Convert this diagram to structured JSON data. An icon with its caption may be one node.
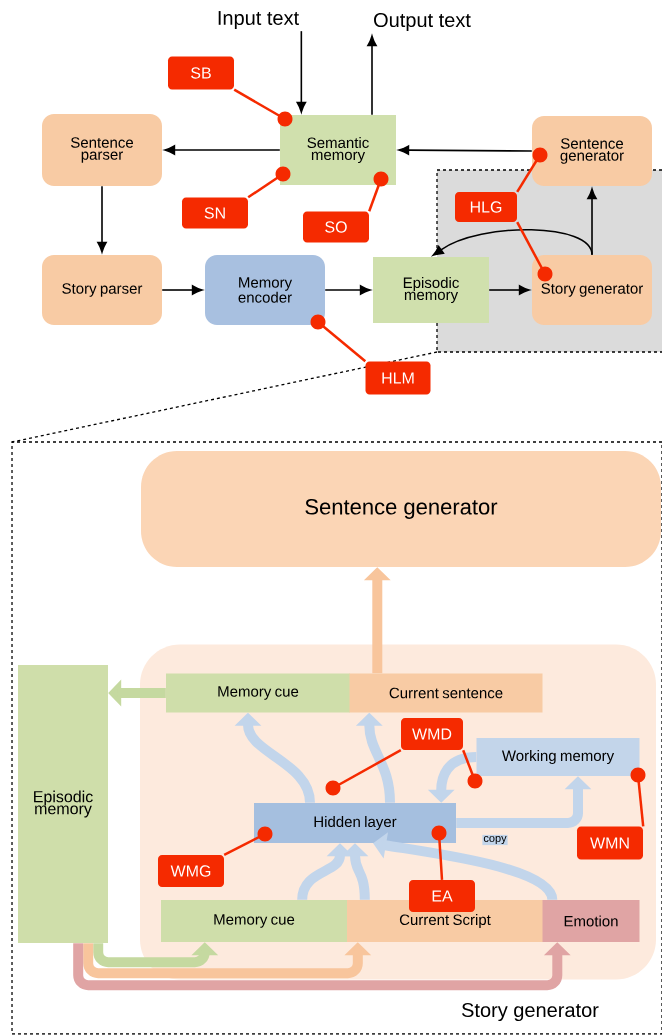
{
  "diagram": {
    "nodes": [
      {
        "text": [
          "Input text"
        ]
      },
      {
        "text": [
          "Output text"
        ]
      },
      {
        "text": [
          "Sentence parser"
        ]
      },
      {
        "text": [
          "Semantic memory"
        ]
      },
      {
        "text": [
          "Sentence generator"
        ]
      },
      {
        "text": [
          "Story parser"
        ]
      },
      {
        "text": [
          "Memory encoder"
        ]
      },
      {
        "text": [
          "Episodic memory"
        ]
      },
      {
        "text": [
          "Story generator"
        ]
      },
      {
        "text": [
          "SB"
        ]
      },
      {
        "text": [
          "SN"
        ]
      },
      {
        "text": [
          "SO"
        ]
      },
      {
        "text": [
          "HLG"
        ]
      },
      {
        "text": [
          "HLM"
        ]
      },
      {
        "text": [
          "Story generator"
        ]
      },
      {
        "text": [
          "Sentence generator"
        ],
        "in": 14
      },
      {
        "text": [],
        "shape": "box",
        "in": 14
      },
      {
        "text": [
          "Episodic memory"
        ],
        "in": 14
      },
      {
        "text": [
          "Memory cue"
        ],
        "in": 16
      },
      {
        "text": [
          "Current sentence"
        ],
        "in": 16
      },
      {
        "text": [
          "Working memory"
        ],
        "in": 16
      },
      {
        "text": [
          "Hidden layer"
        ],
        "in": 16
      },
      {
        "text": [
          "Memory cue"
        ],
        "in": 16
      },
      {
        "text": [
          "Current Script"
        ],
        "in": 16
      },
      {
        "text": [
          "Emotion"
        ],
        "in": 16
      },
      {
        "text": [
          "WMD"
        ],
        "in": 16
      },
      {
        "text": [
          "WMN"
        ],
        "in": 16
      },
      {
        "text": [
          "WMG"
        ],
        "in": 16
      },
      {
        "text": [
          "EA"
        ],
        "in": 16
      }
    ],
    "edges": [
      {
        "from": 0,
        "to": 3,
        "arrow": "to",
        "color": "#000000"
      },
      {
        "from": 3,
        "to": 1,
        "arrow": "to",
        "color": "#000000"
      },
      {
        "from": 3,
        "to": 2,
        "arrow": "to",
        "color": "#000000"
      },
      {
        "from": 4,
        "to": 3,
        "arrow": "to",
        "color": "#000000"
      },
      {
        "from": 2,
        "to": 5,
        "arrow": "to",
        "color": "#000000"
      },
      {
        "from": 5,
        "to": 6,
        "arrow": "to",
        "color": "#000000"
      },
      {
        "from": 6,
        "to": 7,
        "arrow": "to",
        "color": "#000000"
      },
      {
        "from": 7,
        "to": 8,
        "arrow": "to",
        "color": "#000000"
      },
      {
        "from": 8,
        "to": 4,
        "arrow": "to",
        "color": "#000000"
      },
      {
        "from": 8,
        "to": 7,
        "arrow": "to",
        "color": "#000000"
      },
      {
        "from": 9,
        "to": 3,
        "arrow": "other",
        "color": "#f52a00"
      },
      {
        "from": 10,
        "to": 3,
        "arrow": "other",
        "color": "#f52a00"
      },
      {
        "from": 11,
        "to": 3,
        "arrow": "other",
        "color": "#f52a00"
      },
      {
        "from": 12,
        "to": 4,
        "arrow": "other",
        "color": "#f52a00"
      },
      {
        "from": 12,
        "to": 8,
        "arrow": "other",
        "color": "#f52a00"
      },
      {
        "from": 13,
        "to": 6,
        "arrow": "other",
        "color": "#f52a00"
      },
      {
        "from": 19,
        "to": 15,
        "arrow": "to",
        "style": "thick",
        "color": "#f8c59c"
      },
      {
        "from": 18,
        "to": 17,
        "arrow": "to",
        "style": "thick",
        "color": "#c5d9a0"
      },
      {
        "from": 21,
        "to": 18,
        "arrow": "to",
        "style": "thick",
        "color": "#c2d5eb"
      },
      {
        "from": 21,
        "to": 19,
        "arrow": "to",
        "style": "thick",
        "color": "#c2d5eb"
      },
      {
        "from": 20,
        "to": 21,
        "arrow": "to",
        "style": "thick",
        "color": "#c2d5eb"
      },
      {
        "from": 21,
        "to": 20,
        "arrow": "to",
        "label": "copy",
        "style": "thick",
        "color": "#c2d5eb"
      },
      {
        "from": 22,
        "to": 21,
        "arrow": "to",
        "style": "thick",
        "color": "#c2d5eb"
      },
      {
        "from": 23,
        "to": 21,
        "arrow": "to",
        "style": "thick",
        "color": "#c2d5eb"
      },
      {
        "from": 24,
        "to": 21,
        "arrow": "to",
        "style": "thick",
        "color": "#c2d5eb"
      },
      {
        "from": 17,
        "to": 22,
        "arrow": "to",
        "style": "thick",
        "color": "#c5d9a0"
      },
      {
        "from": 17,
        "to": 23,
        "arrow": "to",
        "style": "thick",
        "color": "#f8c59c"
      },
      {
        "from": 17,
        "to": 24,
        "arrow": "to",
        "style": "thick",
        "color": "#e0a4a4"
      },
      {
        "from": 25,
        "to": 21,
        "arrow": "other",
        "color": "#f52a00"
      },
      {
        "from": 25,
        "to": 20,
        "arrow": "other",
        "color": "#f52a00"
      },
      {
        "from": 26,
        "to": 20,
        "arrow": "other",
        "color": "#f52a00"
      },
      {
        "from": 27,
        "to": 21,
        "arrow": "other",
        "color": "#f52a00"
      },
      {
        "from": 28,
        "to": 21,
        "arrow": "other",
        "color": "#f52a00"
      }
    ]
  }
}
